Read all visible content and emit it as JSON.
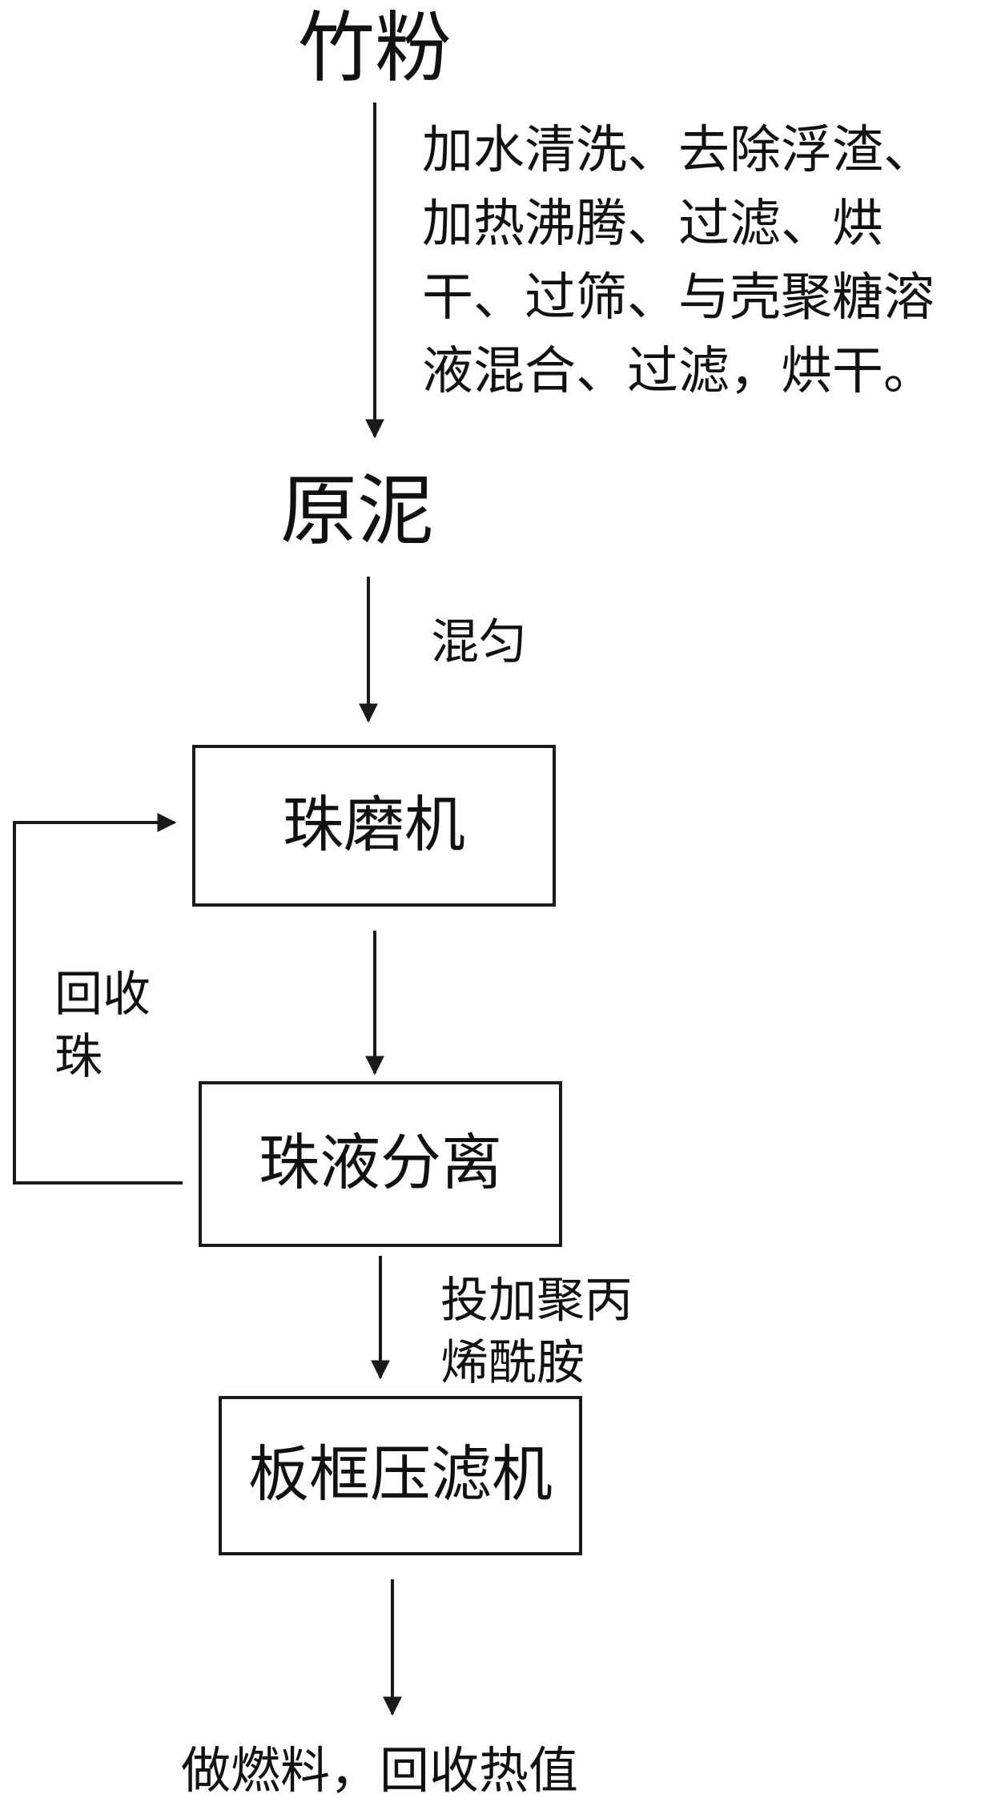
{
  "nodes": {
    "bamboo_powder": "竹粉",
    "raw_mud": "原泥",
    "bead_mill": "珠磨机",
    "bead_liquid_separation": "珠液分离",
    "plate_frame_filter_press": "板框压滤机",
    "final_use": "做燃料，回收热值"
  },
  "steps": {
    "pretreatment": "加水清洗、去除浮渣、加热沸腾、过滤、烘干、过筛、与壳聚糖溶液混合、过滤，烘干。",
    "mix": "混匀",
    "recycle_beads": "回收珠",
    "add_pam": "投加聚丙烯酰胺"
  },
  "colors": {
    "line": "#1a1a1a",
    "text": "#111111",
    "background": "#ffffff"
  }
}
